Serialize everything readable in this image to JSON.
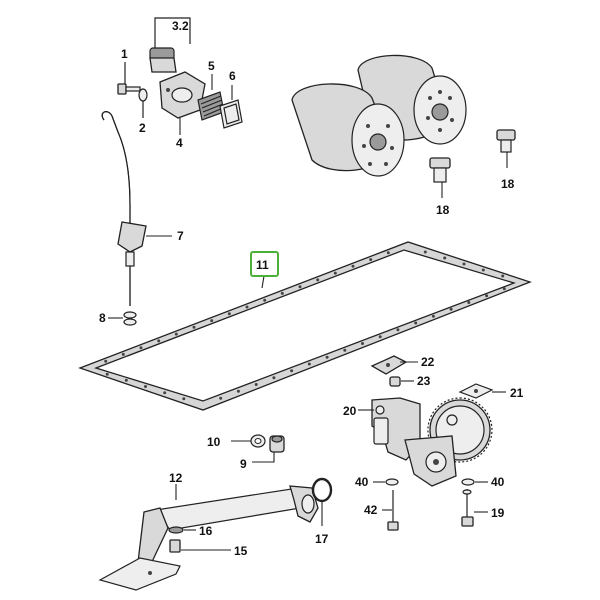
{
  "callouts": {
    "c1": "1",
    "c2": "2",
    "c3_2": "3.2",
    "c4": "4",
    "c5": "5",
    "c6": "6",
    "c7": "7",
    "c8": "8",
    "c9": "9",
    "c10": "10",
    "c11": "11",
    "c12": "12",
    "c15": "15",
    "c16": "16",
    "c17": "17",
    "c18a": "18",
    "c18b": "18",
    "c19": "19",
    "c20": "20",
    "c21": "21",
    "c22": "22",
    "c23": "23",
    "c40a": "40",
    "c40b": "40",
    "c42": "42"
  },
  "highlighted_callout": "11",
  "colors": {
    "highlight": "#4caf3a",
    "line": "#222222",
    "part_fill": "#d9d9d9"
  }
}
